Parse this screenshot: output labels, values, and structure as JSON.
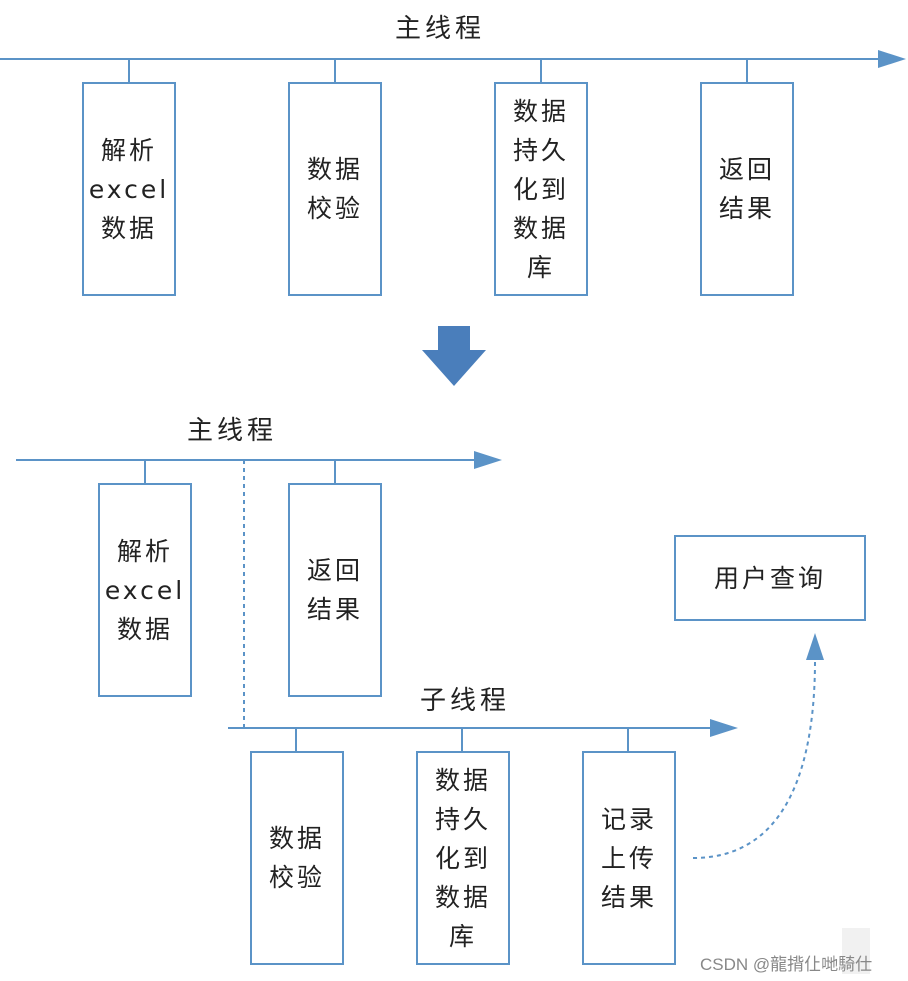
{
  "colors": {
    "line": "#5b93c7",
    "arrow_fill": "#4a7ebb",
    "text": "#222222"
  },
  "top": {
    "thread_label": "主线程",
    "steps": [
      {
        "text": "解析\nexcel\n数据"
      },
      {
        "text": "数据\n校验"
      },
      {
        "text": "数据\n持久\n化到\n数据\n库"
      },
      {
        "text": "返回\n结果"
      }
    ]
  },
  "transition_icon": "down-arrow-icon",
  "bottom": {
    "main_thread_label": "主线程",
    "main_steps": [
      {
        "text": "解析\nexcel\n数据"
      },
      {
        "text": "返回\n结果"
      }
    ],
    "sub_thread_label": "子线程",
    "sub_steps": [
      {
        "text": "数据\n校验"
      },
      {
        "text": "数据\n持久\n化到\n数据\n库"
      },
      {
        "text": "记录\n上传\n结果"
      }
    ],
    "query_box": {
      "text": "用户查询"
    }
  },
  "watermark": "CSDN @龍揹仩哋騎仕"
}
